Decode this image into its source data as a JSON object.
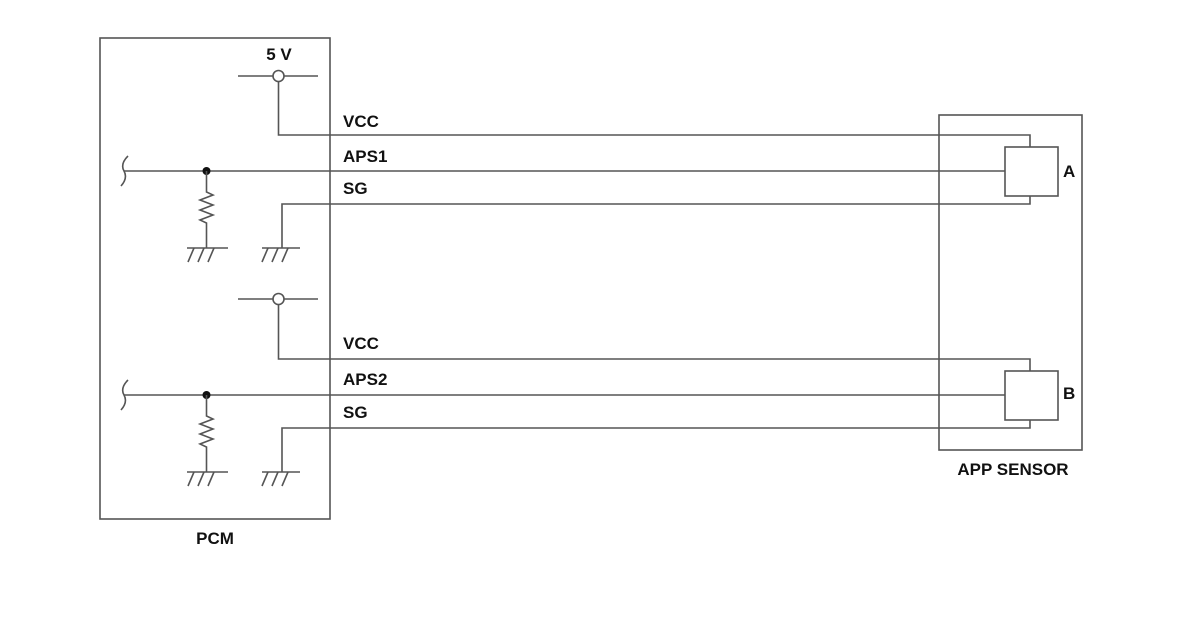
{
  "pcm": {
    "label": "PCM",
    "supply_label": "5 V"
  },
  "sensor": {
    "label": "APP SENSOR",
    "element_a": "A",
    "element_b": "B"
  },
  "circuit_1": {
    "vcc": "VCC",
    "signal": "APS1",
    "ground": "SG"
  },
  "circuit_2": {
    "vcc": "VCC",
    "signal": "APS2",
    "ground": "SG"
  },
  "colors": {
    "line": "#555555",
    "text": "#111111",
    "background": "#ffffff"
  }
}
